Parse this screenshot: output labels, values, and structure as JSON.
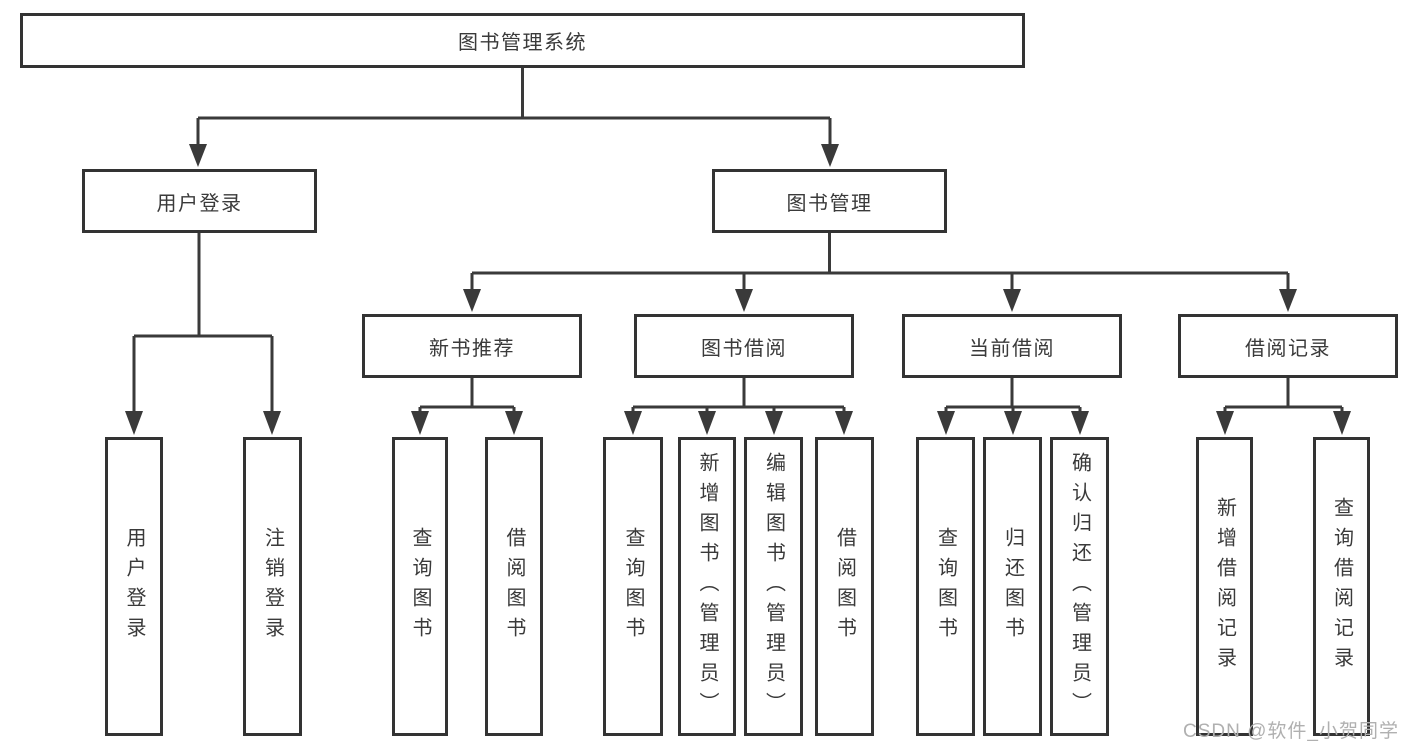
{
  "diagram": {
    "root": {
      "label": "图书管理系统"
    },
    "login_branch": {
      "label": "用户登录",
      "children": {
        "user_login": {
          "label": "用户登录"
        },
        "logout": {
          "label": "注销登录"
        }
      }
    },
    "management_branch": {
      "label": "图书管理",
      "sections": {
        "new_book_recommend": {
          "label": "新书推荐",
          "children": {
            "query_books": {
              "label": "查询图书"
            },
            "borrow_books": {
              "label": "借阅图书"
            }
          }
        },
        "book_borrow": {
          "label": "图书借阅",
          "children": {
            "query_books": {
              "label": "查询图书"
            },
            "add_books_admin": {
              "label": "新增图书（管理员）"
            },
            "edit_books_admin": {
              "label": "编辑图书（管理员）"
            },
            "borrow_books": {
              "label": "借阅图书"
            }
          }
        },
        "current_borrow": {
          "label": "当前借阅",
          "children": {
            "query_books": {
              "label": "查询图书"
            },
            "return_books": {
              "label": "归还图书"
            },
            "confirm_return_admin": {
              "label": "确认归还（管理员）"
            }
          }
        },
        "borrow_records": {
          "label": "借阅记录",
          "children": {
            "add_borrow_record": {
              "label": "新增借阅记录"
            },
            "query_borrow_record": {
              "label": "查询借阅记录"
            }
          }
        }
      }
    }
  },
  "watermark": {
    "text": "CSDN @软件_小贺同学"
  },
  "colors": {
    "line": "#3a3a3a",
    "box_border": "#333333",
    "text": "#3a3a3a",
    "watermark": "#b0b0b0",
    "background": "#ffffff"
  }
}
